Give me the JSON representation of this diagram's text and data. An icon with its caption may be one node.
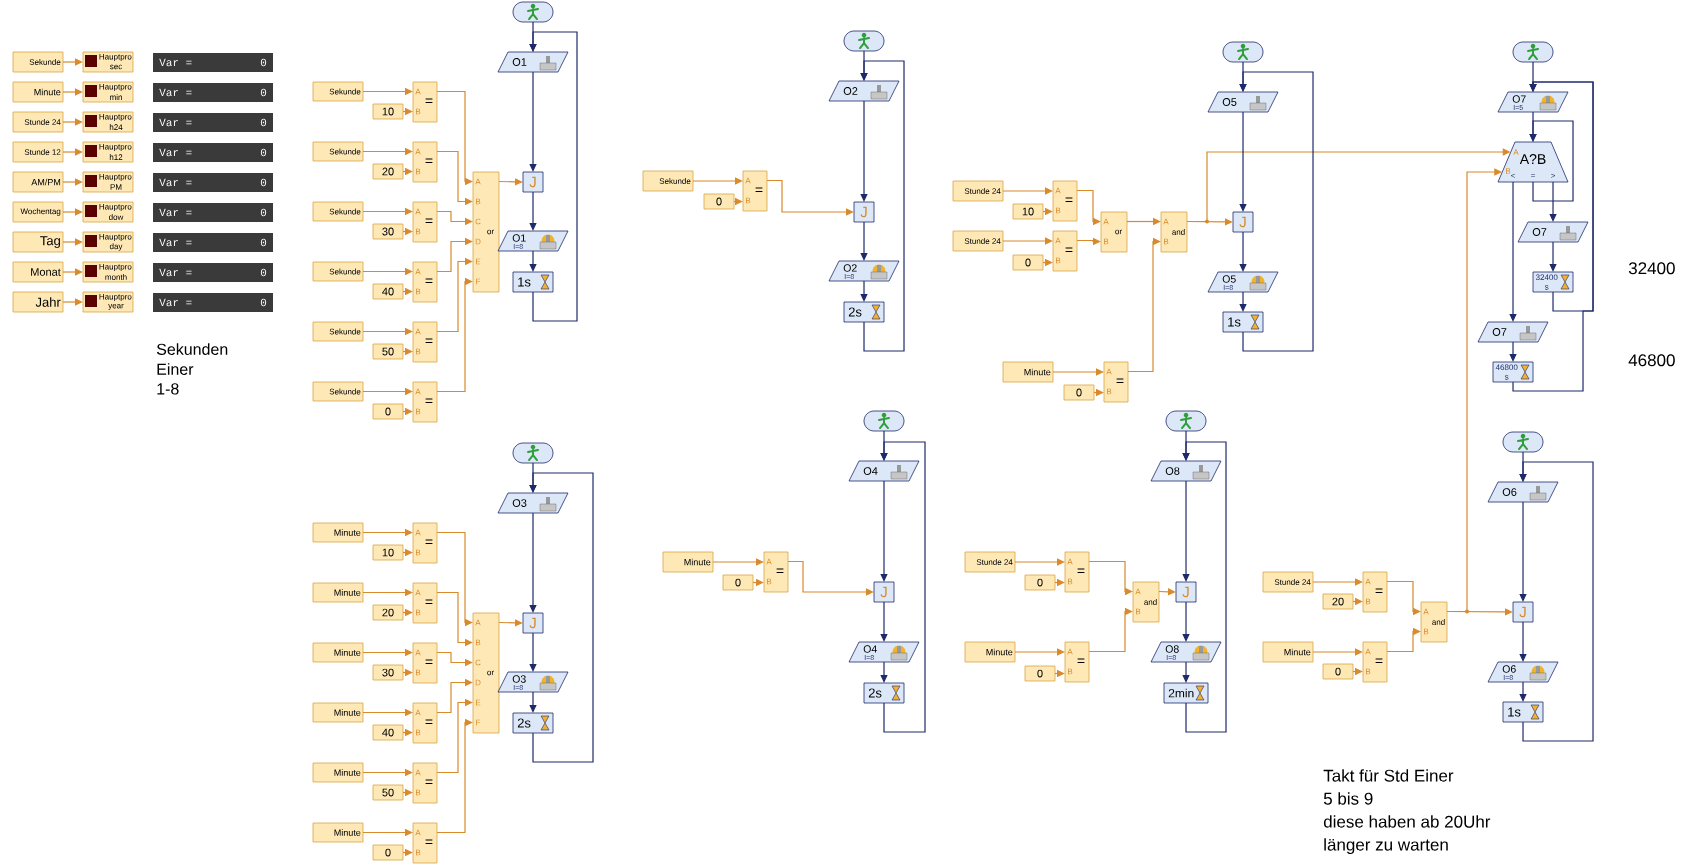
{
  "diagram": {
    "nodes": [
      {
        "text": [
          "Sekunde"
        ]
      },
      {
        "text": [
          "Hauptpro",
          "sec"
        ]
      },
      {
        "text": [
          "Var =",
          "0"
        ]
      },
      {
        "text": [
          "Minute"
        ]
      },
      {
        "text": [
          "Hauptpro",
          "min"
        ]
      },
      {
        "text": [
          "Var =",
          "0"
        ]
      },
      {
        "text": [
          "Stunde 24"
        ]
      },
      {
        "text": [
          "Hauptpro",
          "h24"
        ]
      },
      {
        "text": [
          "Var =",
          "0"
        ]
      },
      {
        "text": [
          "Stunde 12"
        ]
      },
      {
        "text": [
          "Hauptpro",
          "h12"
        ]
      },
      {
        "text": [
          "Var =",
          "0"
        ]
      },
      {
        "text": [
          "AM/PM"
        ]
      },
      {
        "text": [
          "Hauptpro",
          "PM"
        ]
      },
      {
        "text": [
          "Var =",
          "0"
        ]
      },
      {
        "text": [
          "Wochentag"
        ]
      },
      {
        "text": [
          "Hauptpro",
          "dow"
        ]
      },
      {
        "text": [
          "Var =",
          "0"
        ]
      },
      {
        "text": [
          "Tag"
        ]
      },
      {
        "text": [
          "Hauptpro",
          "day"
        ]
      },
      {
        "text": [
          "Var =",
          "0"
        ]
      },
      {
        "text": [
          "Monat"
        ]
      },
      {
        "text": [
          "Hauptpro",
          "month"
        ]
      },
      {
        "text": [
          "Var =",
          "0"
        ]
      },
      {
        "text": [
          "Jahr"
        ]
      },
      {
        "text": [
          "Hauptpro",
          "year"
        ]
      },
      {
        "text": [
          "Var =",
          "0"
        ]
      },
      {
        "text": [],
        "shape": "oval"
      },
      {
        "text": [
          "O1"
        ]
      },
      {
        "text": [
          "Sekunde"
        ]
      },
      {
        "text": [
          "10"
        ]
      },
      {
        "text": [
          "A",
          "B",
          "="
        ]
      },
      {
        "text": [
          "Sekunde"
        ]
      },
      {
        "text": [
          "20"
        ]
      },
      {
        "text": [
          "A",
          "B",
          "="
        ]
      },
      {
        "text": [
          "Sekunde"
        ]
      },
      {
        "text": [
          "30"
        ]
      },
      {
        "text": [
          "A",
          "B",
          "="
        ]
      },
      {
        "text": [
          "Sekunde"
        ]
      },
      {
        "text": [
          "40"
        ]
      },
      {
        "text": [
          "A",
          "B",
          "="
        ]
      },
      {
        "text": [
          "Sekunde"
        ]
      },
      {
        "text": [
          "50"
        ]
      },
      {
        "text": [
          "A",
          "B",
          "="
        ]
      },
      {
        "text": [
          "Sekunde"
        ]
      },
      {
        "text": [
          "0"
        ]
      },
      {
        "text": [
          "A",
          "B",
          "="
        ]
      },
      {
        "text": [
          "A",
          "B",
          "C",
          "D",
          "E",
          "F",
          "or"
        ]
      },
      {
        "text": [
          "J"
        ]
      },
      {
        "text": [
          "O1",
          "I=8"
        ]
      },
      {
        "text": [
          "1s"
        ]
      },
      {
        "text": [],
        "shape": "oval"
      },
      {
        "text": [
          "O2"
        ]
      },
      {
        "text": [
          "Sekunde"
        ]
      },
      {
        "text": [
          "0"
        ]
      },
      {
        "text": [
          "A",
          "B",
          "="
        ]
      },
      {
        "text": [
          "J"
        ]
      },
      {
        "text": [
          "O2",
          "I=8"
        ]
      },
      {
        "text": [
          "2s"
        ]
      },
      {
        "text": [
          "Stunde 24"
        ]
      },
      {
        "text": [
          "10"
        ]
      },
      {
        "text": [
          "A",
          "B",
          "="
        ]
      },
      {
        "text": [
          "Stunde 24"
        ]
      },
      {
        "text": [
          "0"
        ]
      },
      {
        "text": [
          "A",
          "B",
          "="
        ]
      },
      {
        "text": [
          "A",
          "B",
          "or"
        ]
      },
      {
        "text": [
          "Minute"
        ]
      },
      {
        "text": [
          "0"
        ]
      },
      {
        "text": [
          "A",
          "B",
          "="
        ]
      },
      {
        "text": [
          "A",
          "B",
          "and"
        ]
      },
      {
        "text": [],
        "shape": "oval"
      },
      {
        "text": [
          "O5"
        ]
      },
      {
        "text": [
          "J"
        ]
      },
      {
        "text": [
          "O5",
          "I=8"
        ]
      },
      {
        "text": [
          "1s"
        ]
      },
      {
        "text": [],
        "shape": "oval"
      },
      {
        "text": [
          "O7",
          "I=5"
        ]
      },
      {
        "text": [
          "A?B",
          "A",
          "B",
          "<",
          "=",
          ">"
        ]
      },
      {
        "text": [
          "O7"
        ]
      },
      {
        "text": [
          "32400 s"
        ]
      },
      {
        "text": [
          "O7"
        ]
      },
      {
        "text": [
          "46800 s"
        ]
      },
      {
        "text": [],
        "shape": "oval"
      },
      {
        "text": [
          "O3"
        ]
      },
      {
        "text": [
          "Minute"
        ]
      },
      {
        "text": [
          "10"
        ]
      },
      {
        "text": [
          "A",
          "B",
          "="
        ]
      },
      {
        "text": [
          "Minute"
        ]
      },
      {
        "text": [
          "20"
        ]
      },
      {
        "text": [
          "A",
          "B",
          "="
        ]
      },
      {
        "text": [
          "Minute"
        ]
      },
      {
        "text": [
          "30"
        ]
      },
      {
        "text": [
          "A",
          "B",
          "="
        ]
      },
      {
        "text": [
          "Minute"
        ]
      },
      {
        "text": [
          "40"
        ]
      },
      {
        "text": [
          "A",
          "B",
          "="
        ]
      },
      {
        "text": [
          "Minute"
        ]
      },
      {
        "text": [
          "50"
        ]
      },
      {
        "text": [
          "A",
          "B",
          "="
        ]
      },
      {
        "text": [
          "Minute"
        ]
      },
      {
        "text": [
          "0"
        ]
      },
      {
        "text": [
          "A",
          "B",
          "="
        ]
      },
      {
        "text": [
          "A",
          "B",
          "C",
          "D",
          "E",
          "F",
          "or"
        ]
      },
      {
        "text": [
          "J"
        ]
      },
      {
        "text": [
          "O3",
          "I=8"
        ]
      },
      {
        "text": [
          "2s"
        ]
      },
      {
        "text": [],
        "shape": "oval"
      },
      {
        "text": [
          "O4"
        ]
      },
      {
        "text": [
          "Minute"
        ]
      },
      {
        "text": [
          "0"
        ]
      },
      {
        "text": [
          "A",
          "B",
          "="
        ]
      },
      {
        "text": [
          "J"
        ]
      },
      {
        "text": [
          "O4",
          "I=8"
        ]
      },
      {
        "text": [
          "2s"
        ]
      },
      {
        "text": [],
        "shape": "oval"
      },
      {
        "text": [
          "O8"
        ]
      },
      {
        "text": [
          "Stunde 24"
        ]
      },
      {
        "text": [
          "0"
        ]
      },
      {
        "text": [
          "A",
          "B",
          "="
        ]
      },
      {
        "text": [
          "Minute"
        ]
      },
      {
        "text": [
          "0"
        ]
      },
      {
        "text": [
          "A",
          "B",
          "="
        ]
      },
      {
        "text": [
          "A",
          "B",
          "and"
        ]
      },
      {
        "text": [
          "J"
        ]
      },
      {
        "text": [
          "O8",
          "I=8"
        ]
      },
      {
        "text": [
          "2min"
        ]
      },
      {
        "text": [],
        "shape": "oval"
      },
      {
        "text": [
          "O6"
        ]
      },
      {
        "text": [
          "Stunde 24"
        ]
      },
      {
        "text": [
          "20"
        ]
      },
      {
        "text": [
          "A",
          "B",
          "="
        ]
      },
      {
        "text": [
          "Minute"
        ]
      },
      {
        "text": [
          "0"
        ]
      },
      {
        "text": [
          "A",
          "B",
          "="
        ]
      },
      {
        "text": [
          "A",
          "B",
          "and"
        ]
      },
      {
        "text": [
          "J"
        ]
      },
      {
        "text": [
          "O6",
          "I=8"
        ]
      },
      {
        "text": [
          "1s"
        ]
      }
    ],
    "edges": [
      {
        "from": 0,
        "to": 1,
        "arrow": "to"
      },
      {
        "from": 3,
        "to": 4,
        "arrow": "to"
      },
      {
        "from": 6,
        "to": 7,
        "arrow": "to"
      },
      {
        "from": 9,
        "to": 10,
        "arrow": "to"
      },
      {
        "from": 12,
        "to": 13,
        "arrow": "to"
      },
      {
        "from": 15,
        "to": 16,
        "arrow": "to"
      },
      {
        "from": 18,
        "to": 19,
        "arrow": "to"
      },
      {
        "from": 21,
        "to": 22,
        "arrow": "to"
      },
      {
        "from": 24,
        "to": 25,
        "arrow": "to"
      },
      {
        "from": 29,
        "to": 31,
        "arrow": "to"
      },
      {
        "from": 30,
        "to": 31,
        "arrow": "to"
      },
      {
        "from": 31,
        "to": 47,
        "arrow": "to"
      },
      {
        "from": 32,
        "to": 34,
        "arrow": "to"
      },
      {
        "from": 33,
        "to": 34,
        "arrow": "to"
      },
      {
        "from": 34,
        "to": 47,
        "arrow": "to"
      },
      {
        "from": 35,
        "to": 37,
        "arrow": "to"
      },
      {
        "from": 36,
        "to": 37,
        "arrow": "to"
      },
      {
        "from": 37,
        "to": 47,
        "arrow": "to"
      },
      {
        "from": 38,
        "to": 40,
        "arrow": "to"
      },
      {
        "from": 39,
        "to": 40,
        "arrow": "to"
      },
      {
        "from": 40,
        "to": 47,
        "arrow": "to"
      },
      {
        "from": 41,
        "to": 43,
        "arrow": "to"
      },
      {
        "from": 42,
        "to": 43,
        "arrow": "to"
      },
      {
        "from": 43,
        "to": 47,
        "arrow": "to"
      },
      {
        "from": 44,
        "to": 46,
        "arrow": "to"
      },
      {
        "from": 45,
        "to": 46,
        "arrow": "to"
      },
      {
        "from": 46,
        "to": 47,
        "arrow": "to"
      },
      {
        "from": 47,
        "to": 48,
        "arrow": "to"
      },
      {
        "from": 27,
        "to": 28,
        "arrow": "to",
        "color": "#1f2a6b"
      },
      {
        "from": 28,
        "to": 48,
        "arrow": "to",
        "color": "#1f2a6b"
      },
      {
        "from": 48,
        "to": 49,
        "arrow": "to",
        "color": "#1f2a6b"
      },
      {
        "from": 49,
        "to": 50,
        "arrow": "to",
        "color": "#1f2a6b"
      },
      {
        "from": 50,
        "to": 28,
        "arrow": "to",
        "color": "#1f2a6b"
      },
      {
        "from": 51,
        "to": 52,
        "arrow": "to",
        "color": "#1f2a6b"
      },
      {
        "from": 52,
        "to": 56,
        "arrow": "to",
        "color": "#1f2a6b"
      },
      {
        "from": 53,
        "to": 55,
        "arrow": "to"
      },
      {
        "from": 54,
        "to": 55,
        "arrow": "to"
      },
      {
        "from": 55,
        "to": 56,
        "arrow": "to"
      },
      {
        "from": 56,
        "to": 57,
        "arrow": "to",
        "color": "#1f2a6b"
      },
      {
        "from": 57,
        "to": 58,
        "arrow": "to",
        "color": "#1f2a6b"
      },
      {
        "from": 58,
        "to": 52,
        "arrow": "to",
        "color": "#1f2a6b"
      },
      {
        "from": 59,
        "to": 61,
        "arrow": "to"
      },
      {
        "from": 60,
        "to": 61,
        "arrow": "to"
      },
      {
        "from": 62,
        "to": 64,
        "arrow": "to"
      },
      {
        "from": 63,
        "to": 64,
        "arrow": "to"
      },
      {
        "from": 61,
        "to": 65,
        "arrow": "to"
      },
      {
        "from": 64,
        "to": 65,
        "arrow": "to"
      },
      {
        "from": 66,
        "to": 68,
        "arrow": "to"
      },
      {
        "from": 67,
        "to": 68,
        "arrow": "to"
      },
      {
        "from": 65,
        "to": 69,
        "arrow": "to"
      },
      {
        "from": 68,
        "to": 69,
        "arrow": "to"
      },
      {
        "from": 69,
        "to": 72,
        "arrow": "to"
      },
      {
        "from": 69,
        "to": 77,
        "arrow": "to"
      },
      {
        "from": 70,
        "to": 71,
        "arrow": "to",
        "color": "#1f2a6b"
      },
      {
        "from": 71,
        "to": 72,
        "arrow": "to",
        "color": "#1f2a6b"
      },
      {
        "from": 72,
        "to": 73,
        "arrow": "to",
        "color": "#1f2a6b"
      },
      {
        "from": 73,
        "to": 74,
        "arrow": "to",
        "color": "#1f2a6b"
      },
      {
        "from": 74,
        "to": 71,
        "arrow": "to",
        "color": "#1f2a6b"
      },
      {
        "from": 75,
        "to": 76,
        "arrow": "to",
        "color": "#1f2a6b"
      },
      {
        "from": 76,
        "to": 77,
        "arrow": "to",
        "color": "#1f2a6b"
      },
      {
        "from": 77,
        "to": 78,
        "arrow": "to",
        "color": "#1f2a6b"
      },
      {
        "from": 77,
        "to": 77,
        "arrow": "to",
        "color": "#1f2a6b"
      },
      {
        "from": 77,
        "to": 80,
        "arrow": "to",
        "color": "#1f2a6b"
      },
      {
        "from": 78,
        "to": 79,
        "arrow": "to",
        "color": "#1f2a6b"
      },
      {
        "from": 79,
        "to": 76,
        "arrow": "to",
        "color": "#1f2a6b"
      },
      {
        "from": 80,
        "to": 81,
        "arrow": "to",
        "color": "#1f2a6b"
      },
      {
        "from": 81,
        "to": 76,
        "arrow": "to",
        "color": "#1f2a6b"
      },
      {
        "from": 134,
        "to": 77,
        "arrow": "to"
      },
      {
        "from": 84,
        "to": 86,
        "arrow": "to"
      },
      {
        "from": 85,
        "to": 86,
        "arrow": "to"
      },
      {
        "from": 86,
        "to": 102,
        "arrow": "to"
      },
      {
        "from": 87,
        "to": 89,
        "arrow": "to"
      },
      {
        "from": 88,
        "to": 89,
        "arrow": "to"
      },
      {
        "from": 89,
        "to": 102,
        "arrow": "to"
      },
      {
        "from": 90,
        "to": 92,
        "arrow": "to"
      },
      {
        "from": 91,
        "to": 92,
        "arrow": "to"
      },
      {
        "from": 92,
        "to": 102,
        "arrow": "to"
      },
      {
        "from": 93,
        "to": 95,
        "arrow": "to"
      },
      {
        "from": 94,
        "to": 95,
        "arrow": "to"
      },
      {
        "from": 95,
        "to": 102,
        "arrow": "to"
      },
      {
        "from": 96,
        "to": 98,
        "arrow": "to"
      },
      {
        "from": 97,
        "to": 98,
        "arrow": "to"
      },
      {
        "from": 98,
        "to": 102,
        "arrow": "to"
      },
      {
        "from": 99,
        "to": 101,
        "arrow": "to"
      },
      {
        "from": 100,
        "to": 101,
        "arrow": "to"
      },
      {
        "from": 101,
        "to": 102,
        "arrow": "to"
      },
      {
        "from": 102,
        "to": 103,
        "arrow": "to"
      },
      {
        "from": 82,
        "to": 83,
        "arrow": "to",
        "color": "#1f2a6b"
      },
      {
        "from": 83,
        "to": 103,
        "arrow": "to",
        "color": "#1f2a6b"
      },
      {
        "from": 103,
        "to": 104,
        "arrow": "to",
        "color": "#1f2a6b"
      },
      {
        "from": 104,
        "to": 105,
        "arrow": "to",
        "color": "#1f2a6b"
      },
      {
        "from": 105,
        "to": 83,
        "arrow": "to",
        "color": "#1f2a6b"
      },
      {
        "from": 106,
        "to": 107,
        "arrow": "to",
        "color": "#1f2a6b"
      },
      {
        "from": 107,
        "to": 111,
        "arrow": "to",
        "color": "#1f2a6b"
      },
      {
        "from": 108,
        "to": 110,
        "arrow": "to"
      },
      {
        "from": 109,
        "to": 110,
        "arrow": "to"
      },
      {
        "from": 110,
        "to": 111,
        "arrow": "to"
      },
      {
        "from": 111,
        "to": 112,
        "arrow": "to",
        "color": "#1f2a6b"
      },
      {
        "from": 112,
        "to": 113,
        "arrow": "to",
        "color": "#1f2a6b"
      },
      {
        "from": 113,
        "to": 107,
        "arrow": "to",
        "color": "#1f2a6b"
      },
      {
        "from": 114,
        "to": 115,
        "arrow": "to",
        "color": "#1f2a6b"
      },
      {
        "from": 115,
        "to": 123,
        "arrow": "to",
        "color": "#1f2a6b"
      },
      {
        "from": 116,
        "to": 118,
        "arrow": "to"
      },
      {
        "from": 117,
        "to": 118,
        "arrow": "to"
      },
      {
        "from": 119,
        "to": 121,
        "arrow": "to"
      },
      {
        "from": 120,
        "to": 121,
        "arrow": "to"
      },
      {
        "from": 118,
        "to": 122,
        "arrow": "to"
      },
      {
        "from": 121,
        "to": 122,
        "arrow": "to"
      },
      {
        "from": 122,
        "to": 123,
        "arrow": "to"
      },
      {
        "from": 123,
        "to": 124,
        "arrow": "to",
        "color": "#1f2a6b"
      },
      {
        "from": 124,
        "to": 125,
        "arrow": "to",
        "color": "#1f2a6b"
      },
      {
        "from": 125,
        "to": 115,
        "arrow": "to",
        "color": "#1f2a6b"
      },
      {
        "from": 126,
        "to": 127,
        "arrow": "to",
        "color": "#1f2a6b"
      },
      {
        "from": 127,
        "to": 135,
        "arrow": "to",
        "color": "#1f2a6b"
      },
      {
        "from": 128,
        "to": 130,
        "arrow": "to"
      },
      {
        "from": 129,
        "to": 130,
        "arrow": "to"
      },
      {
        "from": 131,
        "to": 133,
        "arrow": "to"
      },
      {
        "from": 132,
        "to": 133,
        "arrow": "to"
      },
      {
        "from": 130,
        "to": 134,
        "arrow": "to"
      },
      {
        "from": 133,
        "to": 134,
        "arrow": "to"
      },
      {
        "from": 134,
        "to": 135,
        "arrow": "to"
      },
      {
        "from": 135,
        "to": 136,
        "arrow": "to",
        "color": "#1f2a6b"
      },
      {
        "from": 136,
        "to": 137,
        "arrow": "to",
        "color": "#1f2a6b"
      },
      {
        "from": 137,
        "to": 127,
        "arrow": "to",
        "color": "#1f2a6b"
      }
    ],
    "labels": [
      "Sekunden",
      "Einer",
      "1-8",
      "32400",
      "46800",
      "Takt für Std Einer",
      "5 bis 9",
      "diese haben ab 20Uhr",
      "länger zu warten"
    ]
  }
}
